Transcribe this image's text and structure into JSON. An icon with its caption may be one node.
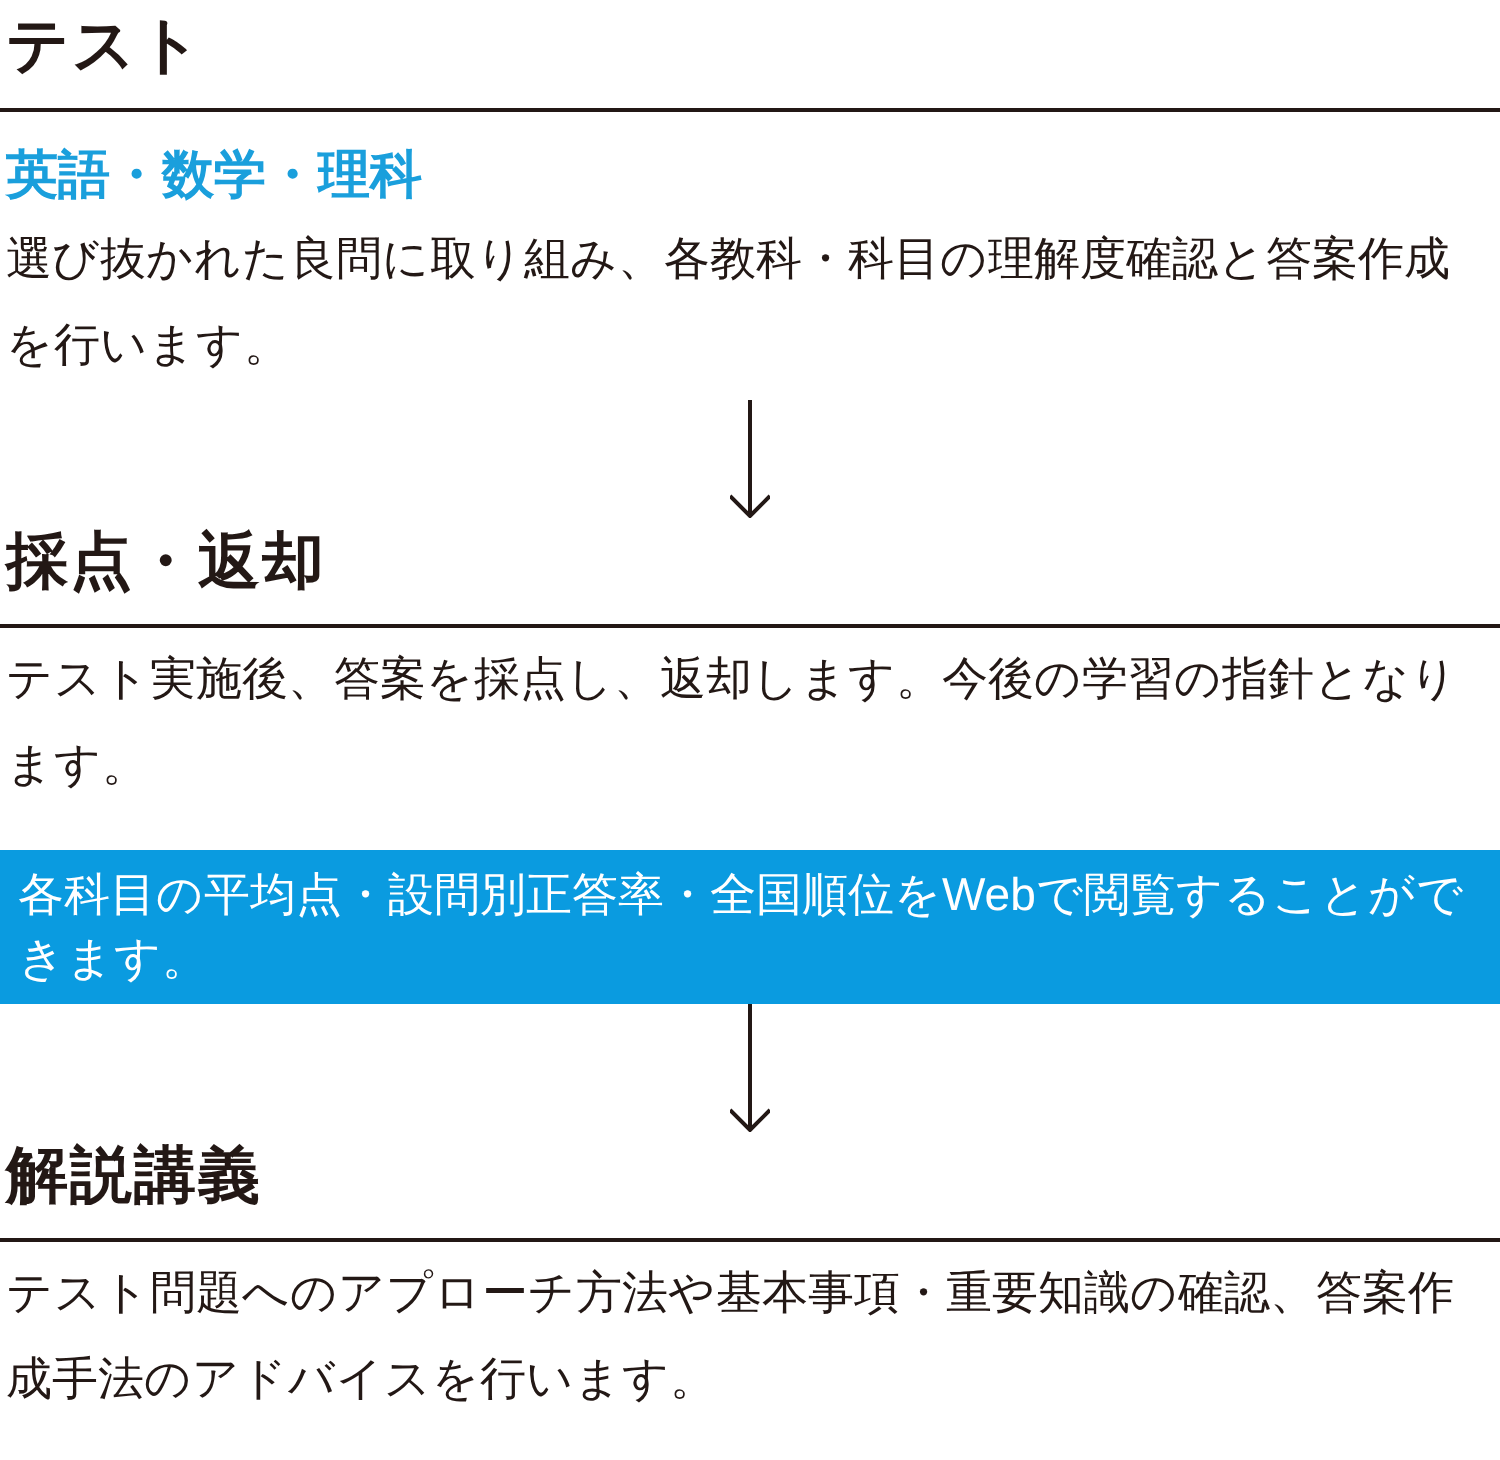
{
  "diagram": {
    "nodes": [
      {
        "text": [
          "テスト",
          "英語・数学・理科",
          "選び抜かれた良問に取り組み、各教科・科目の理解度確認と答案作成を行います。"
        ]
      },
      {
        "text": [
          "採点・返却",
          "テスト実施後、答案を採点し、返却します。今後の学習の指針となります。"
        ]
      },
      {
        "text": [
          "各科目の平均点・設問別正答率・全国順位をWebで閲覧することができます。"
        ]
      },
      {
        "text": [
          "解説講義",
          "テスト問題へのアプローチ方法や基本事項・重要知識の確認、答案作成手法のアドバイスを行います。"
        ]
      }
    ],
    "edges": [
      {
        "from": 0,
        "to": 1,
        "arrow": "to"
      },
      {
        "from": 2,
        "to": 3,
        "arrow": "to"
      }
    ]
  }
}
